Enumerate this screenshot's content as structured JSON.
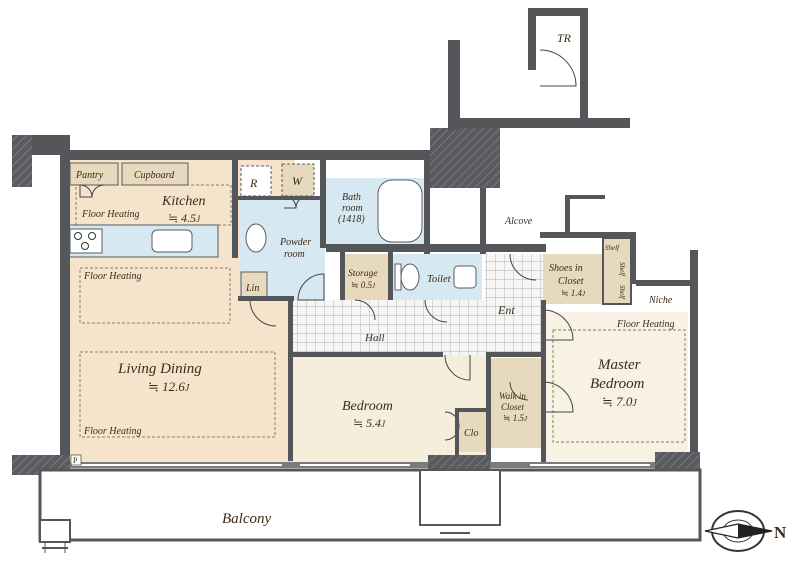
{
  "colors": {
    "wall": "#55565a",
    "wall_dark": "#3f4044",
    "living": "#f6e3cc",
    "bedroom": "#f5eedb",
    "master": "#f7f2e4",
    "wet": "#d6e8f2",
    "storage": "#e7d9bd",
    "hall_tile": "#f3f3f3",
    "balcony": "#ffffff",
    "text": "#3b2a1a"
  },
  "rooms": {
    "tr": "TR",
    "pantry": "Pantry",
    "cupboard": "Cupboard",
    "kitchen_name": "Kitchen",
    "kitchen_size": "≒ 4.5",
    "kitchen_unit": "J",
    "floor_heating": "Floor Heating",
    "refrigerator": "R",
    "washer": "W",
    "bath_line1": "Bath",
    "bath_line2": "room",
    "bath_line3": "(1418)",
    "powder_line1": "Powder",
    "powder_line2": "room",
    "alcove": "Alcove",
    "storage_name": "Storage",
    "storage_size": "≒ 0.5",
    "storage_unit": "J",
    "toilet": "Toilet",
    "linen": "Lin",
    "shoes_line1": "Shoes",
    "shoes_in": "in",
    "shoes_line2": "Closet",
    "shoes_size": "≒ 1.4",
    "shoes_unit": "J",
    "shelf": "Shelf",
    "niche": "Niche",
    "ent": "Ent",
    "hall": "Hall",
    "living_name": "Living Dining",
    "living_size": "≒ 12.6",
    "living_unit": "J",
    "bedroom_name": "Bedroom",
    "bedroom_size": "≒ 5.4",
    "bedroom_unit": "J",
    "clo": "Clo",
    "wic_line1": "Walk in",
    "wic_line2": "Closet",
    "wic_size": "≒ 1.5",
    "wic_unit": "J",
    "master_line1": "Master",
    "master_line2": "Bedroom",
    "master_size": "≒ 7.0",
    "master_unit": "J",
    "p_mark": "P",
    "balcony": "Balcony",
    "compass_n": "N"
  }
}
